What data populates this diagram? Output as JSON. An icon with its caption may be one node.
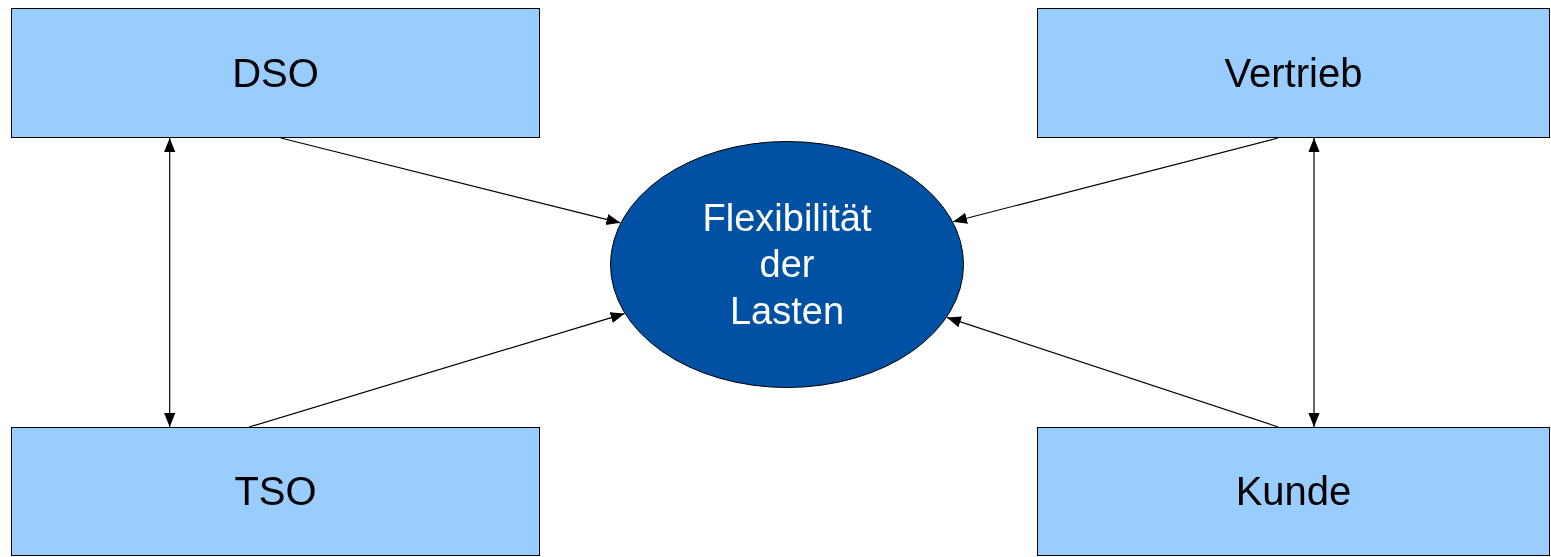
{
  "diagram": {
    "nodes": [
      {
        "text": [
          "DSO"
        ]
      },
      {
        "text": [
          "Vertrieb"
        ]
      },
      {
        "text": [
          "Flexibilität der Lasten"
        ]
      },
      {
        "text": [
          "TSO"
        ]
      },
      {
        "text": [
          "Kunde"
        ]
      }
    ],
    "edges": [
      {
        "from": 0,
        "to": 2,
        "arrow": "to"
      },
      {
        "from": 3,
        "to": 2,
        "arrow": "to"
      },
      {
        "from": 1,
        "to": 2,
        "arrow": "to"
      },
      {
        "from": 4,
        "to": 2,
        "arrow": "to"
      },
      {
        "from": 0,
        "to": 3,
        "arrow": "both"
      },
      {
        "from": 1,
        "to": 4,
        "arrow": "both"
      }
    ]
  }
}
